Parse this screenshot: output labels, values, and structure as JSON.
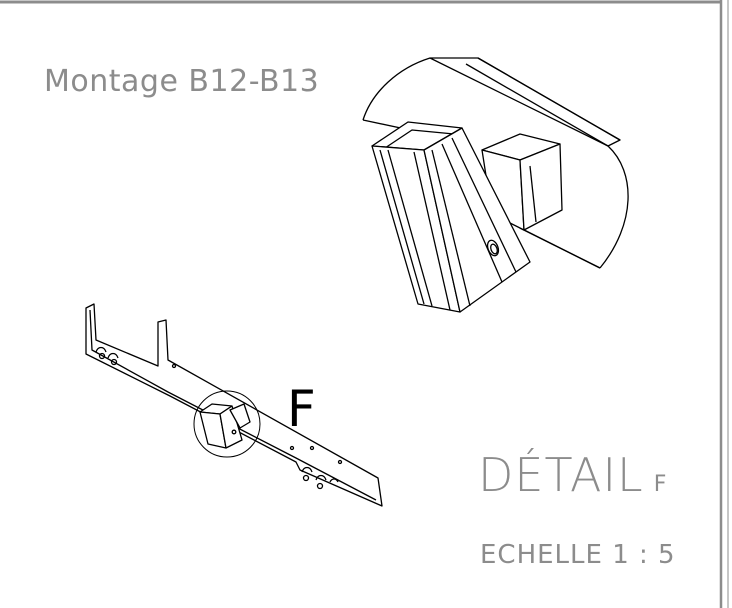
{
  "drawing": {
    "title": "Montage B12-B13",
    "callout_letter": "F",
    "detail_label": "DÉTAIL",
    "detail_letter": "F",
    "scale_label": "ECHELLE 1 : 5"
  },
  "colors": {
    "line": "#000000",
    "border": "#8c8c8c",
    "annotation_text": "#8c8c8c"
  }
}
